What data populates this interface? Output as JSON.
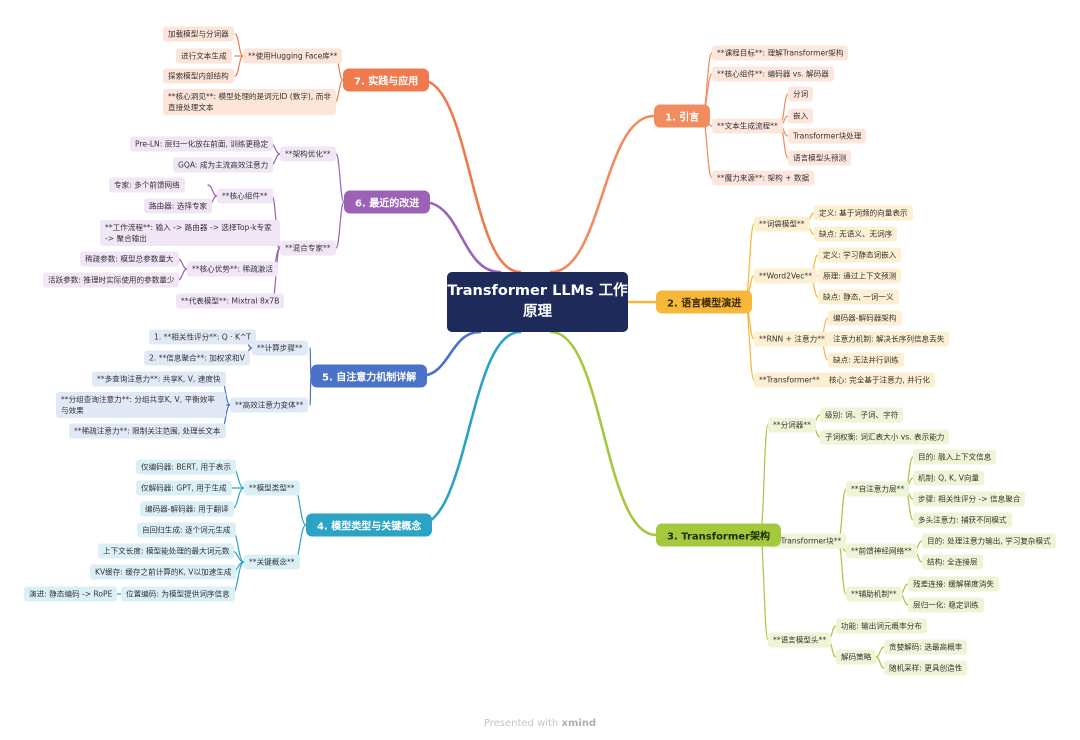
{
  "title": "Transformer LLMs 工作原理",
  "watermark": {
    "prefix": "Presented with",
    "brand": "xmind"
  },
  "colors": {
    "center": "#1e2a5a",
    "b1": "#f28c5f",
    "b2": "#f7b73a",
    "b3": "#a5c93d",
    "b4": "#2ba3c4",
    "b5": "#4a72c9",
    "b6": "#9d62b8",
    "b7": "#f07a4d"
  },
  "b1": {
    "label": "1. 引言",
    "goal": "**课程目标**: 理解Transformer架构",
    "components": "**核心组件**: 编码器 vs. 解码器",
    "process": "**文本生成流程**",
    "p1": "分词",
    "p2": "嵌入",
    "p3": "Transformer块处理",
    "p4": "语言模型头预测",
    "power": "**魔力来源**: 架构 + 数据"
  },
  "b2": {
    "label": "2. 语言模型演进",
    "bow": "**词袋模型**",
    "bow_def": "定义: 基于词频的向量表示",
    "bow_con": "缺点: 无语义、无词序",
    "w2v": "**Word2Vec**",
    "w2v_def": "定义: 学习静态词嵌入",
    "w2v_pri": "原理: 通过上下文预测",
    "w2v_con": "缺点: 静态, 一词一义",
    "rnn": "**RNN + 注意力**",
    "rnn_1": "编码器-解码器架构",
    "rnn_2": "注意力机制: 解决长序列信息丢失",
    "rnn_3": "缺点: 无法并行训练",
    "tf": "**Transformer**",
    "tf_core": "核心: 完全基于注意力, 并行化"
  },
  "b3": {
    "label": "3. Transformer架构",
    "tok": "**分词器**",
    "tok_1": "级别: 词、子词、字符",
    "tok_2": "子词权衡: 词汇表大小 vs. 表示能力",
    "block": "**Transformer块**",
    "sa": "**自注意力层**",
    "sa_1": "目的: 融入上下文信息",
    "sa_2": "机制: Q, K, V向量",
    "sa_3": "步骤: 相关性评分 -> 信息聚合",
    "sa_4": "多头注意力: 捕获不同模式",
    "ff": "**前馈神经网络**",
    "ff_1": "目的: 处理注意力输出, 学习复杂模式",
    "ff_2": "结构: 全连接层",
    "aux": "**辅助机制**",
    "aux_1": "残差连接: 缓解梯度消失",
    "aux_2": "层归一化: 稳定训练",
    "head": "**语言模型头**",
    "head_1": "功能: 输出词元概率分布",
    "dec": "解码策略",
    "dec_1": "贪婪解码: 选最高概率",
    "dec_2": "随机采样: 更具创造性"
  },
  "b4": {
    "label": "4. 模型类型与关键概念",
    "types": "**模型类型**",
    "t1": "仅编码器: BERT, 用于表示",
    "t2": "仅解码器: GPT, 用于生成",
    "t3": "编码器-解码器: 用于翻译",
    "key": "**关键概念**",
    "k1": "自回归生成: 逐个词元生成",
    "k2": "上下文长度: 模型能处理的最大词元数",
    "k3": "KV缓存: 缓存之前计算的K, V以加速生成",
    "k4": "位置编码: 为模型提供词序信息",
    "k4_sub": "演进: 静态编码 -> RoPE"
  },
  "b5": {
    "label": "5. 自注意力机制详解",
    "steps": "**计算步骤**",
    "s1": "1. **相关性评分**: Q · K^T",
    "s2": "2. **信息聚合**: 加权求和V",
    "eff": "**高效注意力变体**",
    "e1": "**多查询注意力**: 共享K, V, 速度快",
    "e2": "**分组查询注意力**: 分组共享K, V, 平衡效率与效果",
    "e3": "**稀疏注意力**: 限制关注范围, 处理长文本"
  },
  "b6": {
    "label": "6. 最近的改进",
    "arch": "**架构优化**",
    "a1": "Pre-LN: 层归一化放在前面, 训练更稳定",
    "a2": "GQA: 成为主流高效注意力",
    "moe": "**混合专家**",
    "core": "**核心组件**",
    "c1": "专家: 多个前馈网络",
    "c2": "路由器: 选择专家",
    "flow": "**工作流程**: 输入 -> 路由器 -> 选择Top-k专家 -> 聚合输出",
    "adv": "**核心优势**: 稀疏激活",
    "adv1": "稀疏参数: 模型总参数量大",
    "adv2": "活跃参数: 推理时实际使用的参数量少",
    "rep": "**代表模型**: Mixtral 8x7B"
  },
  "b7": {
    "label": "7. 实践与应用",
    "hf": "**使用Hugging Face库**",
    "h1": "加载模型与分词器",
    "h2": "进行文本生成",
    "h3": "探索模型内部结构",
    "insight": "**核心洞见**: 模型处理的是词元ID (数字), 而非直接处理文本"
  }
}
